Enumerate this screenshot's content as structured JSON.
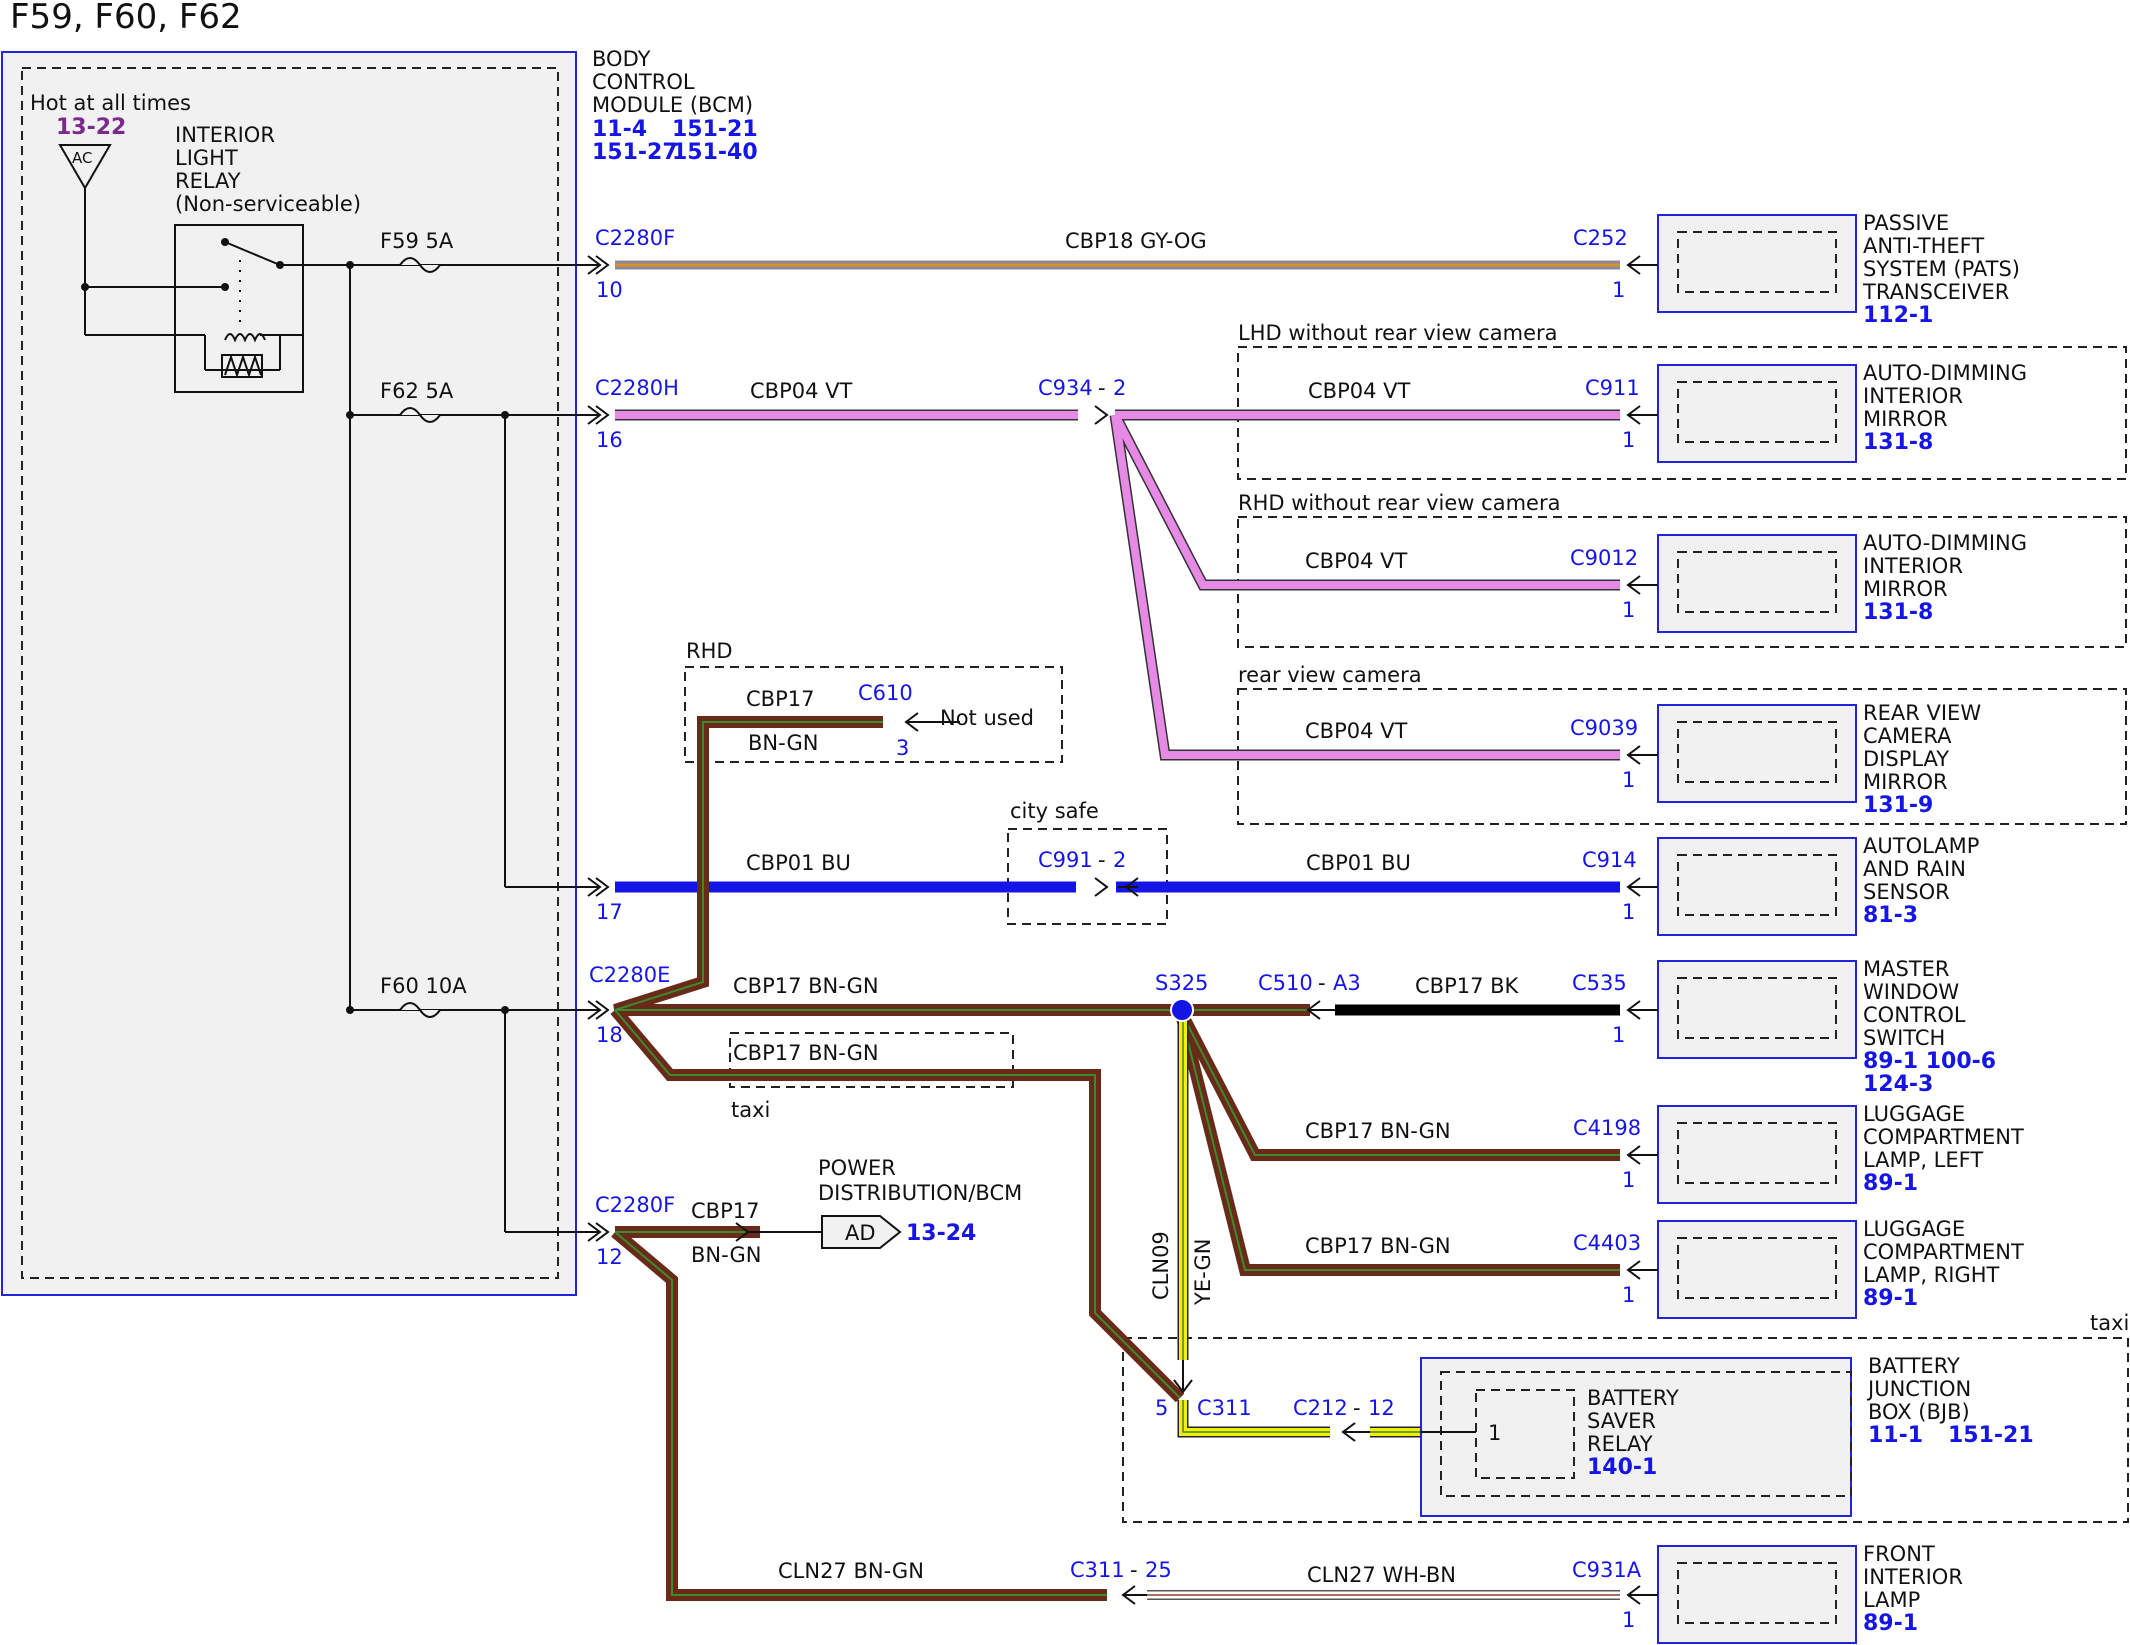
{
  "page_title": "F59, F60, F62",
  "bcm": {
    "name_lines": [
      "BODY",
      "CONTROL",
      "MODULE (BCM)"
    ],
    "refs_row1": [
      "11-4",
      "151-21"
    ],
    "refs_row2": [
      "151-27",
      "151-40"
    ]
  },
  "power": {
    "hot_label": "Hot at all times",
    "hot_ref": "13-22",
    "ac_label": "AC",
    "relay_lines": [
      "INTERIOR",
      "LIGHT",
      "RELAY",
      "(Non-serviceable)"
    ],
    "fuse_f59": "F59  5A",
    "fuse_f62": "F62  5A",
    "fuse_f60": "F60  10A"
  },
  "groups": {
    "lhd_no_cam": "LHD without rear view camera",
    "rhd_no_cam": "RHD without rear view camera",
    "rear_cam": "rear view camera",
    "rhd": "RHD",
    "city_safe": "city safe",
    "taxi": "taxi",
    "taxi_box": "taxi"
  },
  "connectors": {
    "c2280f_top": "C2280F",
    "pin10": "10",
    "c2280h": "C2280H",
    "pin16": "16",
    "pin17": "17",
    "c2280e": "C2280E",
    "pin18": "18",
    "c2280f_bot": "C2280F",
    "pin12": "12",
    "c252": "C252",
    "c252_pin": "1",
    "c934": "C934",
    "c934_pin": "2",
    "c911": "C911",
    "c911_pin": "1",
    "c9012": "C9012",
    "c9012_pin": "1",
    "c9039": "C9039",
    "c9039_pin": "1",
    "c610": "C610",
    "c610_pin": "3",
    "c991": "C991",
    "c991_pin": "2",
    "c914": "C914",
    "c914_pin": "1",
    "s325": "S325",
    "c510": "C510",
    "c510_pin": "A3",
    "c535": "C535",
    "c535_pin": "1",
    "c4198": "C4198",
    "c4198_pin": "1",
    "c4403": "C4403",
    "c4403_pin": "1",
    "c311": "C311",
    "c311_pin": "5",
    "c212": "C212",
    "c212_pin": "12",
    "c311b": "C311",
    "c311b_pin": "25",
    "c931a": "C931A",
    "c931a_pin": "1",
    "bsr_pin": "1"
  },
  "wires": {
    "pats": "CBP18  GY-OG",
    "cbp04_a": "CBP04  VT",
    "cbp04_b": "CBP04  VT",
    "cbp04_c": "CBP04  VT",
    "cbp04_d": "CBP04  VT",
    "cbp17_rhd_a": "CBP17",
    "cbp17_rhd_b": "BN-GN",
    "cbp01_a": "CBP01  BU",
    "cbp01_b": "CBP01  BU",
    "cbp17_main": "CBP17  BN-GN",
    "cbp17_taxi": "CBP17  BN-GN",
    "cbp17_bk": "CBP17  BK",
    "cbp17_lugl": "CBP17  BN-GN",
    "cbp17_lugr": "CBP17  BN-GN",
    "cbp17_ad_a": "CBP17",
    "cbp17_ad_b": "BN-GN",
    "cln09": "CLN09",
    "ye_gn": "YE-GN",
    "cln27_a": "CLN27  BN-GN",
    "cln27_b": "CLN27  WH-BN"
  },
  "misc": {
    "not_used": "Not used",
    "power_dist": [
      "POWER",
      "DISTRIBUTION/BCM"
    ],
    "ad_label": "AD",
    "ad_ref": "13-24"
  },
  "components": {
    "pats": {
      "lines": [
        "PASSIVE",
        "ANTI-THEFT",
        "SYSTEM (PATS)",
        "TRANSCEIVER"
      ],
      "refs": "112-1"
    },
    "mirror_lhd": {
      "lines": [
        "AUTO-DIMMING",
        "INTERIOR",
        "MIRROR"
      ],
      "refs": "131-8"
    },
    "mirror_rhd": {
      "lines": [
        "AUTO-DIMMING",
        "INTERIOR",
        "MIRROR"
      ],
      "refs": "131-8"
    },
    "rv_mirror": {
      "lines": [
        "REAR VIEW",
        "CAMERA",
        "DISPLAY",
        "MIRROR"
      ],
      "refs": "131-9"
    },
    "autolamp": {
      "lines": [
        "AUTOLAMP",
        "AND RAIN",
        "SENSOR"
      ],
      "refs": "81-3"
    },
    "window": {
      "lines": [
        "MASTER",
        "WINDOW",
        "CONTROL",
        "SWITCH"
      ],
      "refs": [
        "89-1  100-6",
        "124-3"
      ]
    },
    "lug_left": {
      "lines": [
        "LUGGAGE",
        "COMPARTMENT",
        "LAMP, LEFT"
      ],
      "refs": "89-1"
    },
    "lug_right": {
      "lines": [
        "LUGGAGE",
        "COMPARTMENT",
        "LAMP, RIGHT"
      ],
      "refs": "89-1"
    },
    "bjb": {
      "lines": [
        "BATTERY",
        "JUNCTION",
        "BOX (BJB)"
      ],
      "refs": [
        "11-1",
        "151-21"
      ]
    },
    "bsr": {
      "lines": [
        "BATTERY",
        "SAVER",
        "RELAY"
      ],
      "refs": "140-1"
    },
    "front_lamp": {
      "lines": [
        "FRONT",
        "INTERIOR",
        "LAMP"
      ],
      "refs": "89-1"
    }
  }
}
